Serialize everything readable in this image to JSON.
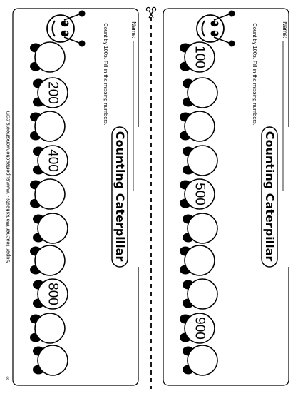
{
  "worksheet": {
    "title": "Counting Caterpillar",
    "name_label": "Name:",
    "instructions": "Count by 100s. Fill in the missing numbers.",
    "footer": "Super Teacher Worksheets - www.superteacherworksheets.com",
    "page_number": "ss"
  },
  "strips": [
    {
      "id": "left",
      "values": [
        "",
        "200",
        "",
        "400",
        "",
        "",
        "",
        "800",
        "",
        ""
      ]
    },
    {
      "id": "right",
      "values": [
        "100",
        "",
        "",
        "",
        "500",
        "",
        "",
        "",
        "900",
        ""
      ]
    }
  ],
  "icons": [
    "scissors-icon",
    "caterpillar-head-icon",
    "body-segment-icon"
  ]
}
